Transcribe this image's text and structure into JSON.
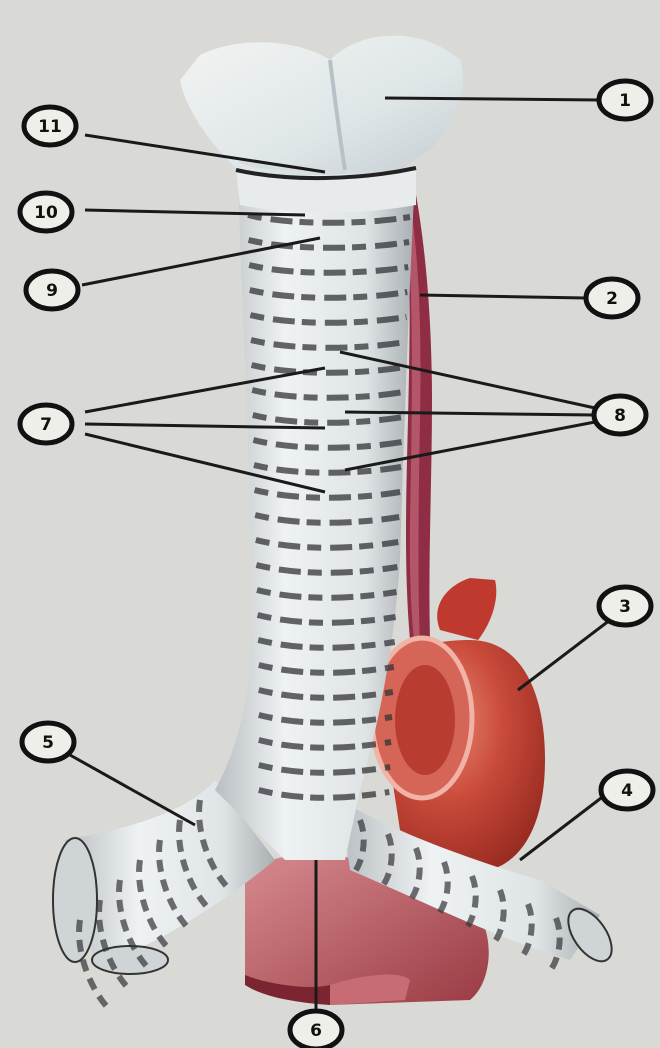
{
  "diagram": {
    "labels": [
      "1",
      "2",
      "3",
      "4",
      "5",
      "6",
      "7",
      "8",
      "9",
      "10",
      "11"
    ]
  },
  "colors": {
    "background": "#d9d9d6",
    "cartilage": "#e6ebec",
    "ring_dark": "#333338",
    "aorta": "#c0392f",
    "aorta_light": "#e07a6a",
    "muscle": "#8b2a3a",
    "leader": "#1a1a1a"
  }
}
